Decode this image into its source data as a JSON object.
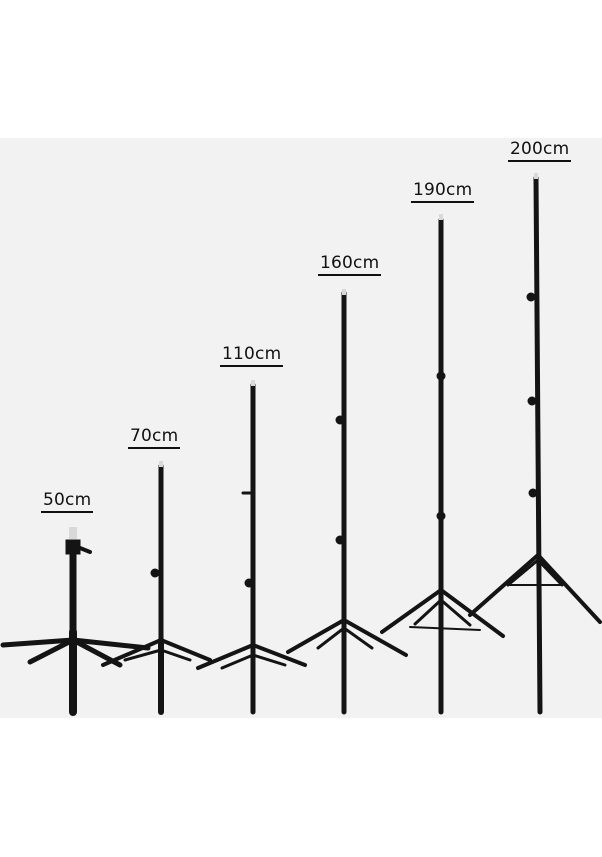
{
  "stands": [
    {
      "label": "50cm"
    },
    {
      "label": "70cm"
    },
    {
      "label": "110cm"
    },
    {
      "label": "160cm"
    },
    {
      "label": "190cm"
    },
    {
      "label": "200cm"
    }
  ],
  "colors": {
    "background": "#f2f2f2",
    "stand": "#141414",
    "text": "#111111"
  }
}
